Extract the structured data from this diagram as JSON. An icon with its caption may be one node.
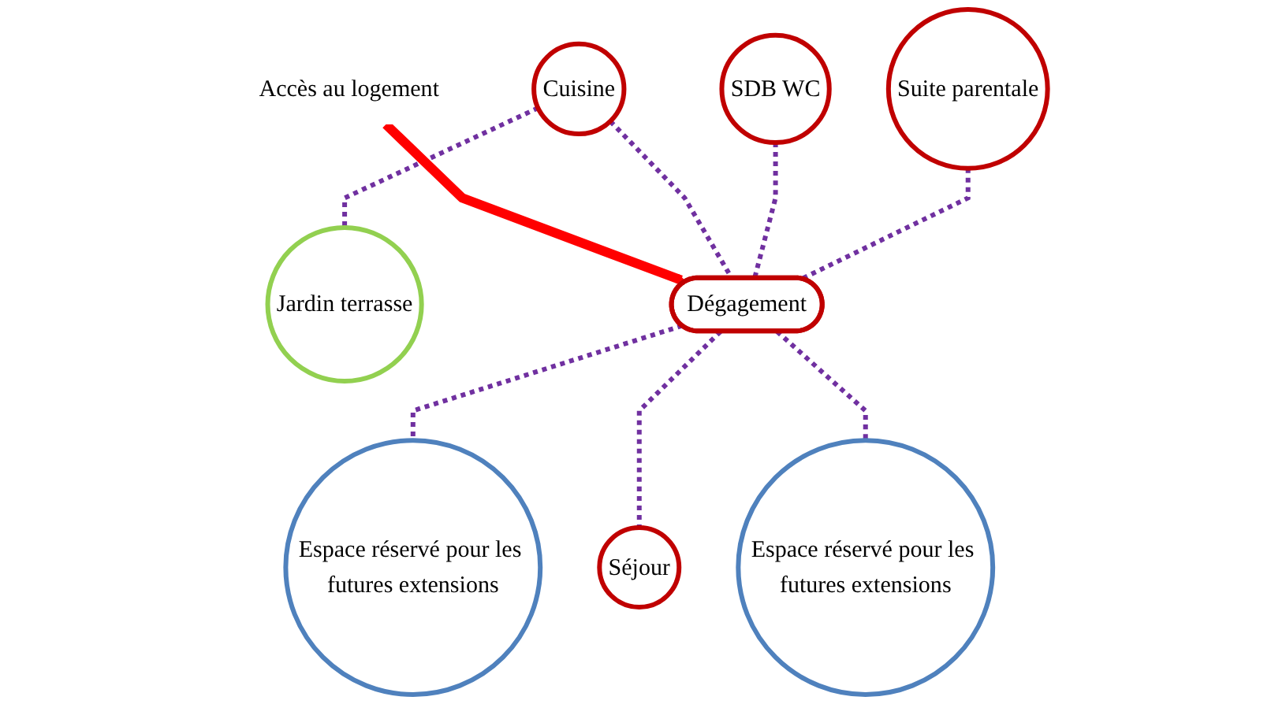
{
  "diagram": {
    "nodes": [
      {
        "text": [
          "Suite parentale"
        ]
      },
      {
        "text": [
          "SDB WC"
        ]
      },
      {
        "text": [
          "Cuisine"
        ]
      },
      {
        "text": [
          "Jardin terrasse"
        ]
      },
      {
        "text": [
          "Dégagement"
        ]
      },
      {
        "text": [
          "Espace réservé pour les futures extensions"
        ]
      },
      {
        "text": [
          "Séjour"
        ]
      },
      {
        "text": [
          "Espace réservé pour les futures extensions"
        ]
      },
      {
        "text": [
          "Accès au logement"
        ]
      }
    ],
    "edges": [
      {
        "from": 0,
        "to": 4,
        "arrow": "none",
        "style": "dashed"
      },
      {
        "from": 1,
        "to": 4,
        "arrow": "none",
        "style": "dashed"
      },
      {
        "from": 2,
        "to": 4,
        "arrow": "none",
        "style": "dashed"
      },
      {
        "from": 2,
        "to": 3,
        "arrow": "none",
        "style": "dashed"
      },
      {
        "from": 4,
        "to": 5,
        "arrow": "none",
        "style": "dashed"
      },
      {
        "from": 4,
        "to": 6,
        "arrow": "none",
        "style": "dashed"
      },
      {
        "from": 4,
        "to": 7,
        "arrow": "none",
        "style": "dashed"
      },
      {
        "from": 8,
        "to": 4,
        "arrow": "to",
        "style": "thick",
        "color": "#ff0000"
      }
    ]
  }
}
